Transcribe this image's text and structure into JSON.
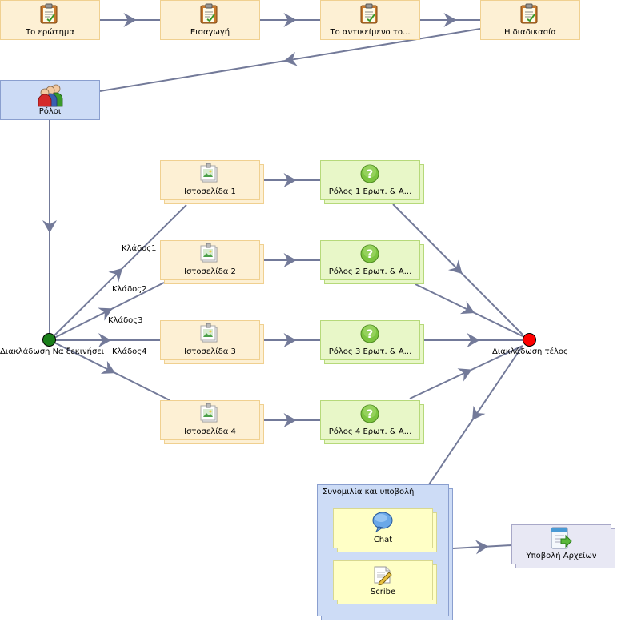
{
  "colors": {
    "edge": "#737a99",
    "start_dot": "#1a7f1a",
    "end_dot": "#ff0000"
  },
  "top_flow": [
    {
      "label": "Το ερώτημα",
      "icon": "clipboard-icon"
    },
    {
      "label": "Εισαγωγή",
      "icon": "clipboard-icon"
    },
    {
      "label": "Το αντικείμενο το...",
      "icon": "clipboard-icon"
    },
    {
      "label": "Η διαδικασία",
      "icon": "clipboard-icon"
    }
  ],
  "roles": {
    "label": "Ρόλοι",
    "icon": "people-group-icon"
  },
  "branch_start": {
    "label": "Διακλάδωση Να ξεκινήσει"
  },
  "branch_end": {
    "label": "Διακλάδωση τέλος"
  },
  "branch_labels": [
    "Κλάδος1",
    "Κλάδος2",
    "Κλάδος3",
    "Κλάδος4"
  ],
  "websites": [
    {
      "label": "Ιστοσελίδα 1",
      "icon": "webpage-image-icon"
    },
    {
      "label": "Ιστοσελίδα 2",
      "icon": "webpage-image-icon"
    },
    {
      "label": "Ιστοσελίδα 3",
      "icon": "webpage-image-icon"
    },
    {
      "label": "Ιστοσελίδα 4",
      "icon": "webpage-image-icon"
    }
  ],
  "role_questions": [
    {
      "label": "Ρόλος 1 Ερωτ. & Α...",
      "icon": "question-mark-icon"
    },
    {
      "label": "Ρόλος 2 Ερωτ. & Α...",
      "icon": "question-mark-icon"
    },
    {
      "label": "Ρόλος 3 Ερωτ. & Α...",
      "icon": "question-mark-icon"
    },
    {
      "label": "Ρόλος 4 Ερωτ. & Α...",
      "icon": "question-mark-icon"
    }
  ],
  "group": {
    "title": "Συνομιλία και υποβολή",
    "items": [
      {
        "label": "Chat",
        "icon": "chat-bubble-icon"
      },
      {
        "label": "Scribe",
        "icon": "scribe-pencil-icon"
      }
    ]
  },
  "submission": {
    "label": "Υποβολή Αρχείων",
    "icon": "file-submit-icon"
  }
}
